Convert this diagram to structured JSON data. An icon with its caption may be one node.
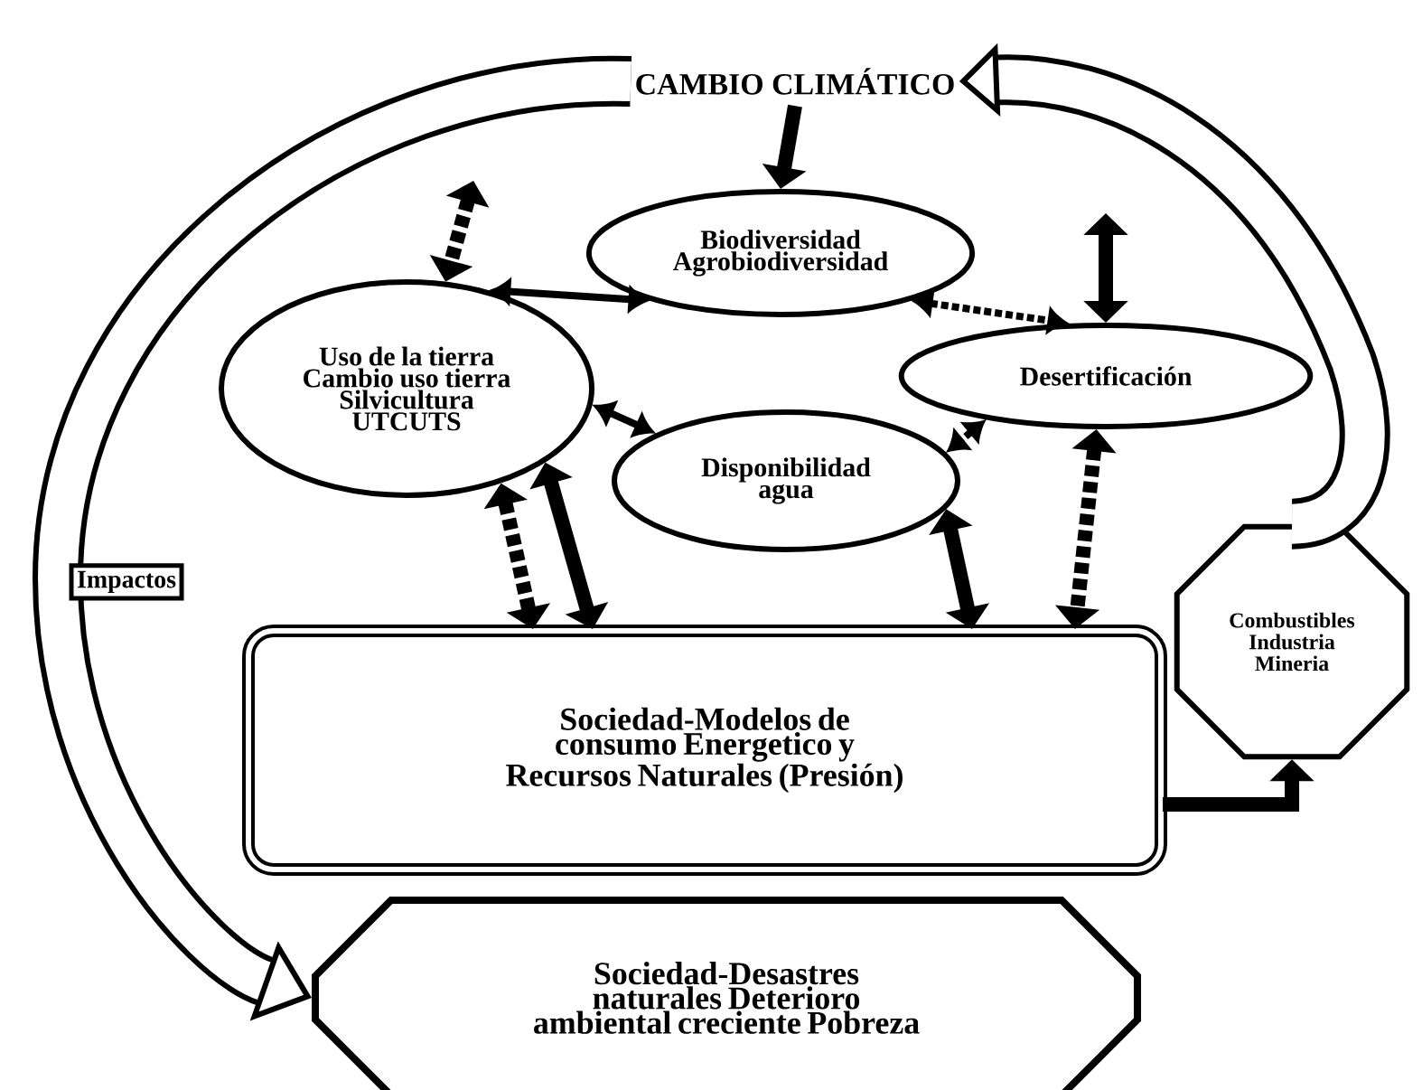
{
  "diagram": {
    "nodes": [
      {
        "text": [
          "CAMBIO CLIMÁTICO"
        ]
      },
      {
        "text": [
          "Biodiversidad Agrobiodiversidad"
        ]
      },
      {
        "text": [
          "Uso de la tierra Cambio uso tierra Silvicultura UTCUTS"
        ]
      },
      {
        "text": [
          "Desertificación"
        ]
      },
      {
        "text": [
          "Disponibilidad agua"
        ]
      },
      {
        "text": [
          "Sociedad-Modelos de consumo Energetico y Recursos Naturales (Presión)"
        ]
      },
      {
        "text": [
          "Combustibles Industria Mineria"
        ]
      },
      {
        "text": [
          "Sociedad-Desastres naturales Deterioro ambiental creciente Pobreza"
        ]
      }
    ],
    "edges": [
      {
        "from": 0,
        "to": 1,
        "arrow": "to"
      },
      {
        "from": null,
        "to": 2,
        "arrow": "both",
        "style": "dashed"
      },
      {
        "from": null,
        "to": 3,
        "arrow": "both"
      },
      {
        "from": 1,
        "to": 2,
        "arrow": "both"
      },
      {
        "from": 1,
        "to": 3,
        "arrow": "both",
        "style": "dashed"
      },
      {
        "from": 2,
        "to": 4,
        "arrow": "both"
      },
      {
        "from": 3,
        "to": 4,
        "arrow": "both",
        "style": "dashed"
      },
      {
        "from": 2,
        "to": 5,
        "arrow": "both",
        "style": "dashed"
      },
      {
        "from": 2,
        "to": 5,
        "arrow": "both"
      },
      {
        "from": 4,
        "to": 5,
        "arrow": "both"
      },
      {
        "from": 3,
        "to": 5,
        "arrow": "both",
        "style": "dashed"
      },
      {
        "from": 5,
        "to": 6,
        "arrow": "to"
      },
      {
        "from": 6,
        "to": 0,
        "arrow": "to",
        "style": "thick"
      },
      {
        "from": 0,
        "to": 7,
        "arrow": "to",
        "label": "Impactos",
        "style": "thick"
      }
    ]
  }
}
